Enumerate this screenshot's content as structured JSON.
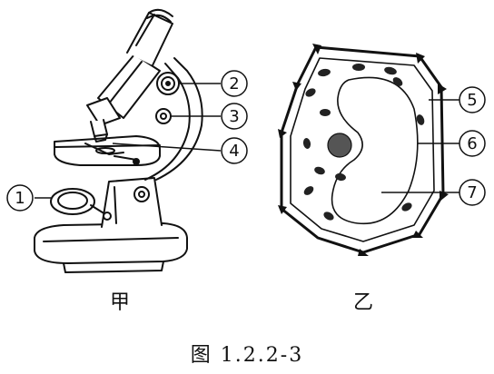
{
  "figure": {
    "caption": "图 1.2.2-3",
    "panels": [
      {
        "id": "jia",
        "title": "甲"
      },
      {
        "id": "yi",
        "title": "乙"
      }
    ],
    "callouts": [
      {
        "number": "1",
        "panel": "jia"
      },
      {
        "number": "2",
        "panel": "jia"
      },
      {
        "number": "3",
        "panel": "jia"
      },
      {
        "number": "4",
        "panel": "jia"
      },
      {
        "number": "5",
        "panel": "yi"
      },
      {
        "number": "6",
        "panel": "yi"
      },
      {
        "number": "7",
        "panel": "yi"
      }
    ]
  }
}
